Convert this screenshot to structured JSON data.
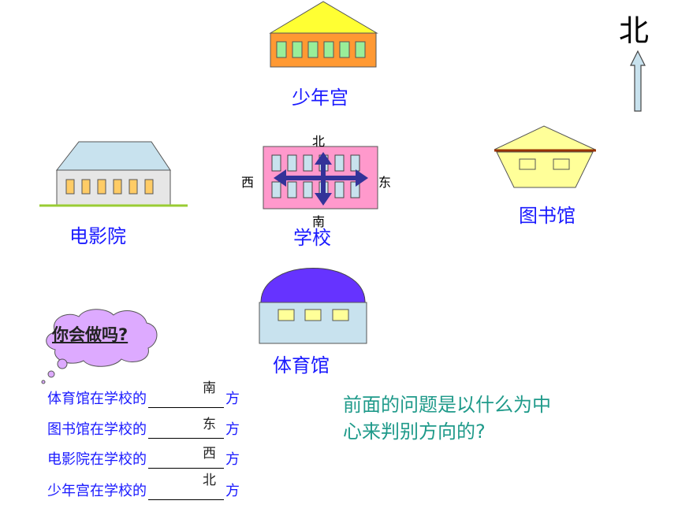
{
  "compass": {
    "north": "北"
  },
  "buildings": {
    "youth_palace": "少年宫",
    "cinema": "电影院",
    "school": "学校",
    "library": "图书馆",
    "gym": "体育馆"
  },
  "school_directions": {
    "north": "北",
    "south": "南",
    "west": "西",
    "east": "东"
  },
  "bubble": {
    "text": "你会做吗?"
  },
  "questions": [
    {
      "prefix": "体育馆在学校的",
      "answer": "南",
      "suffix": "方"
    },
    {
      "prefix": "图书馆在学校的",
      "answer": "东",
      "suffix": "方"
    },
    {
      "prefix": "电影院在学校的",
      "answer": "西",
      "suffix": "方"
    },
    {
      "prefix": "少年宫在学校的",
      "answer": "北",
      "suffix": "方"
    }
  ],
  "prompt": {
    "line1": "前面的问题是以什么为中",
    "line2": "心来判别方向的?"
  },
  "colors": {
    "label": "#1a1aff",
    "prompt": "#1f9a8a"
  }
}
